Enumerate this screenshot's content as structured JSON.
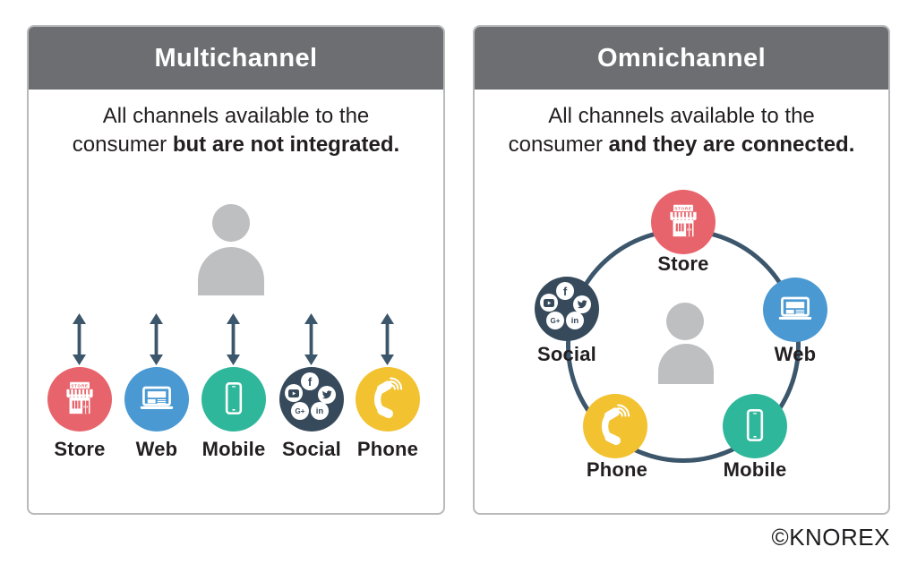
{
  "palette": {
    "page_bg": "#ffffff",
    "panel_bg": "#ffffff",
    "panel_border": "#b7b9bb",
    "header_bg": "#6d6e71",
    "text": "#231f20",
    "person_gray": "#bdbfc1",
    "connector": "#3c566b",
    "store": "#e8646c",
    "web": "#4a99d3",
    "mobile": "#2fb79b",
    "social": "#364a5b",
    "phone": "#f3c230",
    "icon_white": "#ffffff"
  },
  "panels": {
    "multichannel": {
      "title": "Multichannel",
      "desc_line1": "All channels available to the",
      "desc_line2_plain": "consumer",
      "desc_line2_bold": "but are not integrated."
    },
    "omnichannel": {
      "title": "Omnichannel",
      "desc_line1": "All channels available to the",
      "desc_line2_plain": "consumer",
      "desc_line2_bold": "and they are connected."
    }
  },
  "channel_labels": {
    "store": "Store",
    "web": "Web",
    "mobile": "Mobile",
    "social": "Social",
    "phone": "Phone"
  },
  "store_sign_text": "STORE",
  "social_glyphs": {
    "facebook": "f",
    "googleplus": "G+",
    "linkedin": "in"
  },
  "watermark": "©KNOREX"
}
